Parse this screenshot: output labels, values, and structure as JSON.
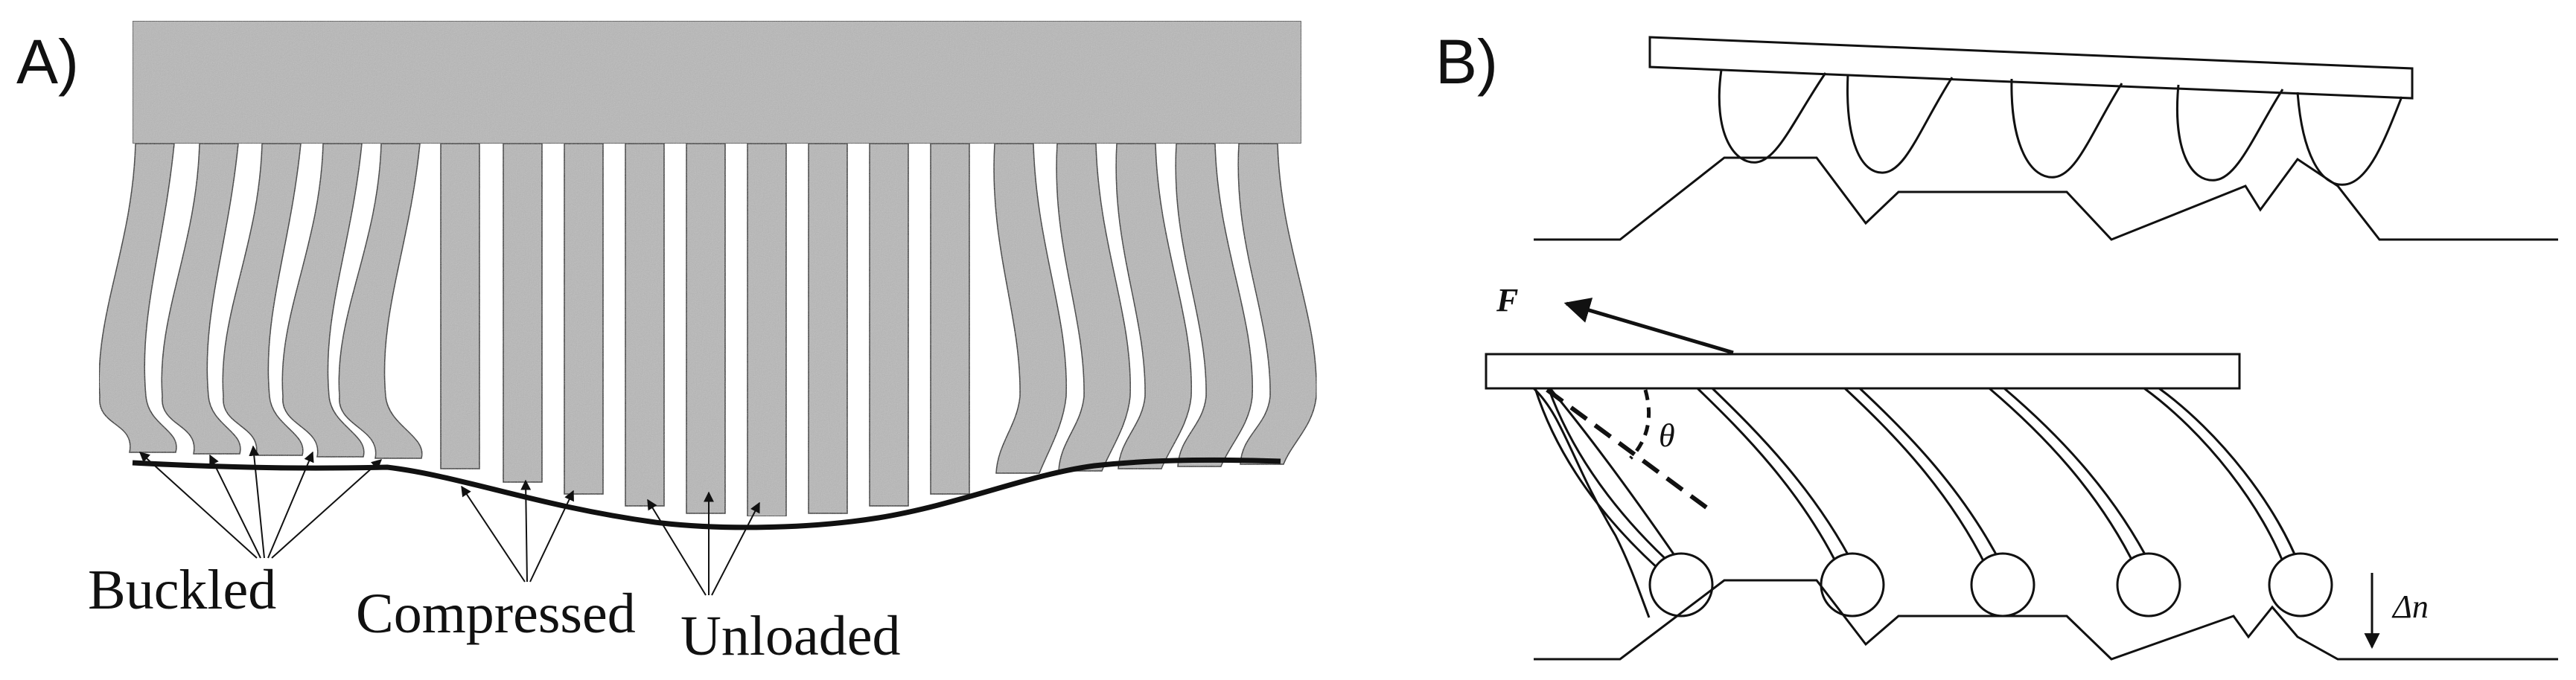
{
  "panel_a": {
    "letter": "A)",
    "labels": {
      "buckled": "Buckled",
      "compressed": "Compressed",
      "unloaded": "Unloaded"
    }
  },
  "panel_b": {
    "letter": "B)",
    "symbols": {
      "force": "F",
      "angle": "θ",
      "displacement": "Δn"
    }
  },
  "colors": {
    "fiber_fill": "#b8b8b8",
    "ink": "#111111",
    "background": "#ffffff"
  }
}
